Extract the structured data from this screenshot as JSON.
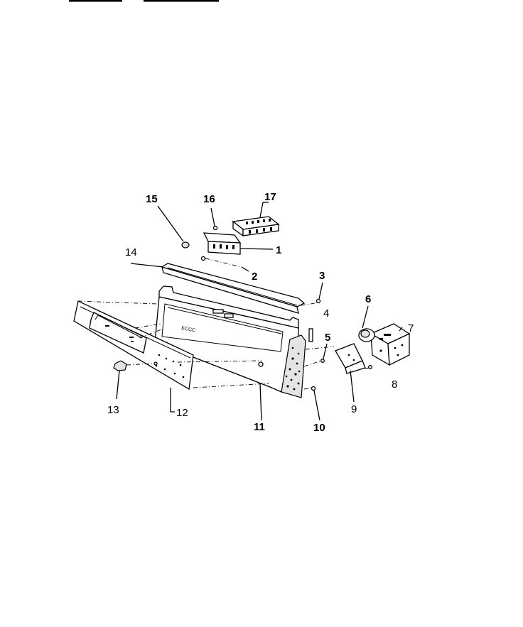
{
  "callouts": [
    {
      "key": "c1",
      "text": "1"
    },
    {
      "key": "c2",
      "text": "2"
    },
    {
      "key": "c3",
      "text": "3"
    },
    {
      "key": "c4",
      "text": "4"
    },
    {
      "key": "c5",
      "text": "5"
    },
    {
      "key": "c6",
      "text": "6"
    },
    {
      "key": "c7",
      "text": "7"
    },
    {
      "key": "c8",
      "text": "8"
    },
    {
      "key": "c9",
      "text": "9"
    },
    {
      "key": "c10",
      "text": "10"
    },
    {
      "key": "c11",
      "text": "11"
    },
    {
      "key": "c12",
      "text": "12"
    },
    {
      "key": "c13",
      "text": "13"
    },
    {
      "key": "c14",
      "text": "14"
    },
    {
      "key": "c15",
      "text": "15"
    },
    {
      "key": "c16",
      "text": "16"
    },
    {
      "key": "c17",
      "text": "17"
    }
  ],
  "labels": {
    "c1": "1",
    "c2": "2",
    "c3": "3",
    "c4": "4",
    "c5": "5",
    "c6": "6",
    "c7": "7",
    "c8": "8",
    "c9": "9",
    "c10": "10",
    "c11": "11",
    "c12": "12",
    "c13": "13",
    "c14": "14",
    "c15": "15",
    "c16": "16",
    "c17": "17"
  },
  "panel_window_text": "ECCC"
}
